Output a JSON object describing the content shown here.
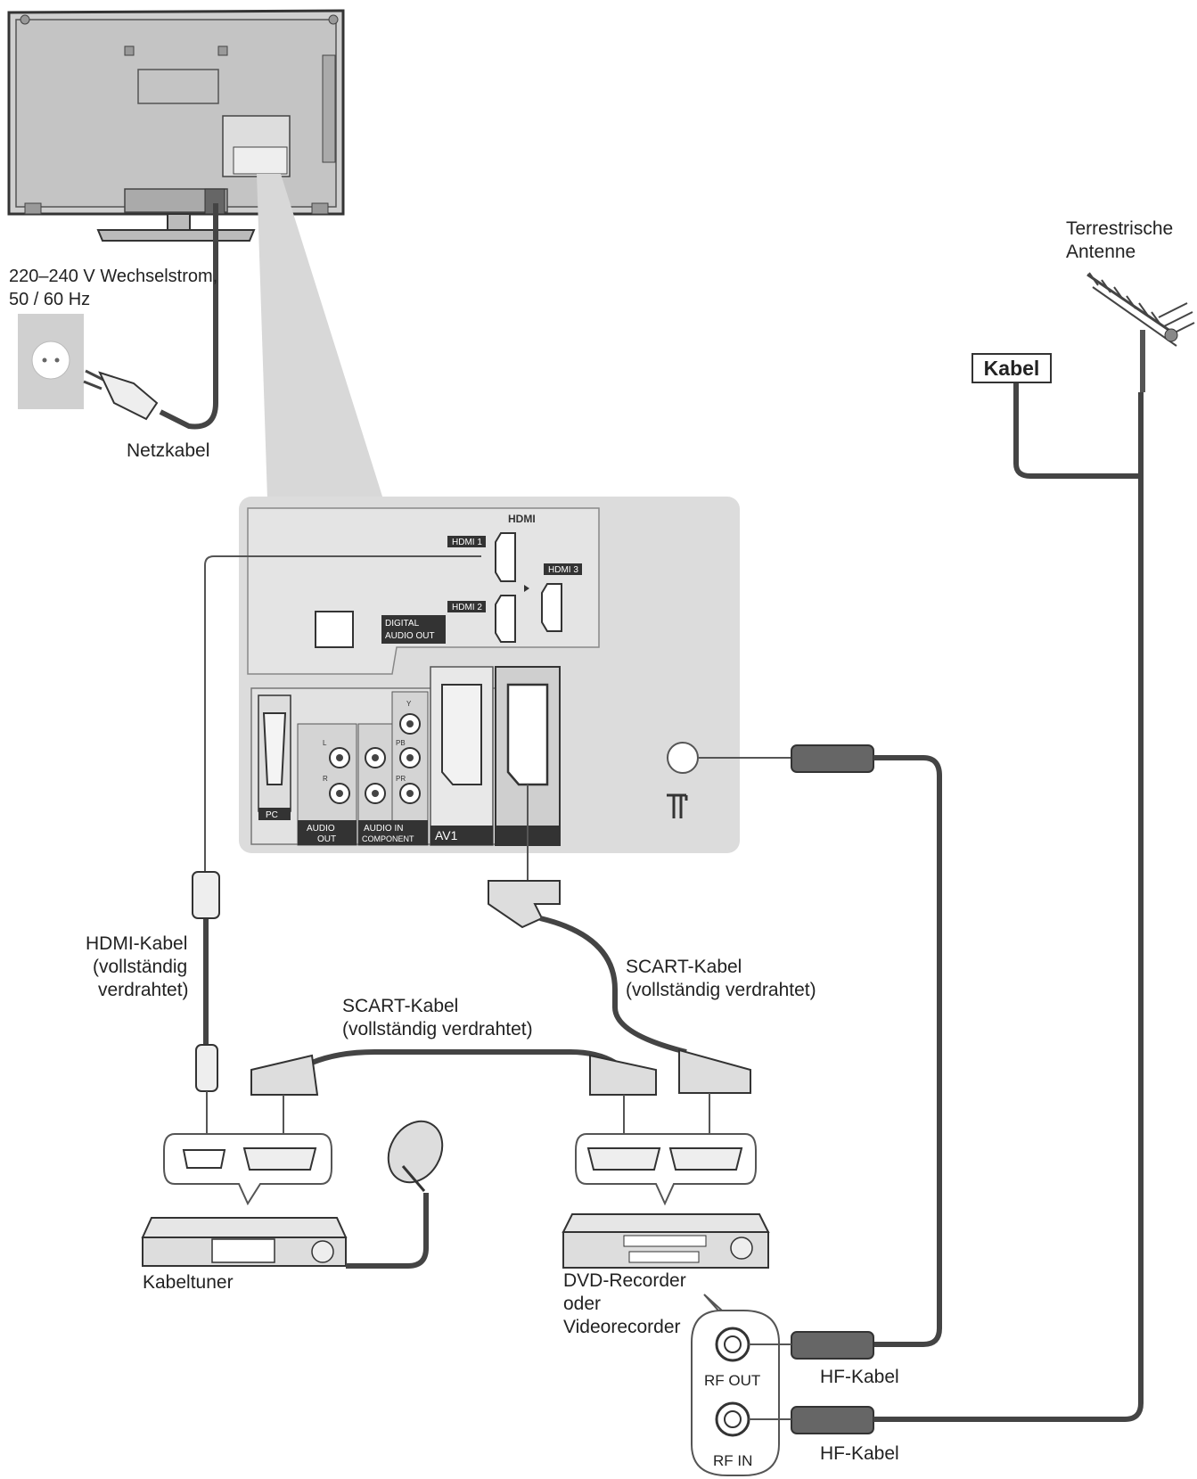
{
  "labels": {
    "power": "220–240 V Wechselstrom,",
    "power_freq": "50 / 60 Hz",
    "mains_cable": "Netzkabel",
    "antenna_line1": "Terrestrische",
    "antenna_line2": "Antenne",
    "cable_box": "Kabel",
    "hdmi_cable_1": "HDMI-Kabel",
    "hdmi_cable_2": "(vollständig",
    "hdmi_cable_3": "verdrahtet)",
    "scart_right_1": "SCART-Kabel",
    "scart_right_2": "(vollständig verdrahtet)",
    "scart_mid_1": "SCART-Kabel",
    "scart_mid_2": "(vollständig verdrahtet)",
    "cable_tuner": "Kabeltuner",
    "recorder_1": "DVD-Recorder",
    "recorder_2": "oder",
    "recorder_3": "Videorecorder",
    "rf_cable_1": "HF-Kabel",
    "rf_cable_2": "HF-Kabel",
    "rf_out": "RF OUT",
    "rf_in": "RF IN"
  },
  "panel": {
    "hdmi_logo": "HDMI",
    "hdmi1": "HDMI 1",
    "hdmi2": "HDMI 2",
    "hdmi3": "HDMI 3",
    "digital_audio_1": "DIGITAL",
    "digital_audio_2": "AUDIO OUT",
    "pc": "PC",
    "audio_out_1": "AUDIO",
    "audio_out_2": "OUT",
    "audio_in": "AUDIO IN",
    "component": "COMPONENT",
    "av1": "AV1",
    "y": "Y",
    "pb": "PB",
    "pr": "PR",
    "l": "L",
    "r": "R"
  },
  "icons": [
    "wall-socket-icon",
    "plug-icon",
    "antenna-icon",
    "satellite-dish-icon",
    "hdmi-connector-icon",
    "scart-connector-icon",
    "rf-connector-icon",
    "tv-back-icon",
    "cable-tuner-icon",
    "recorder-icon"
  ]
}
